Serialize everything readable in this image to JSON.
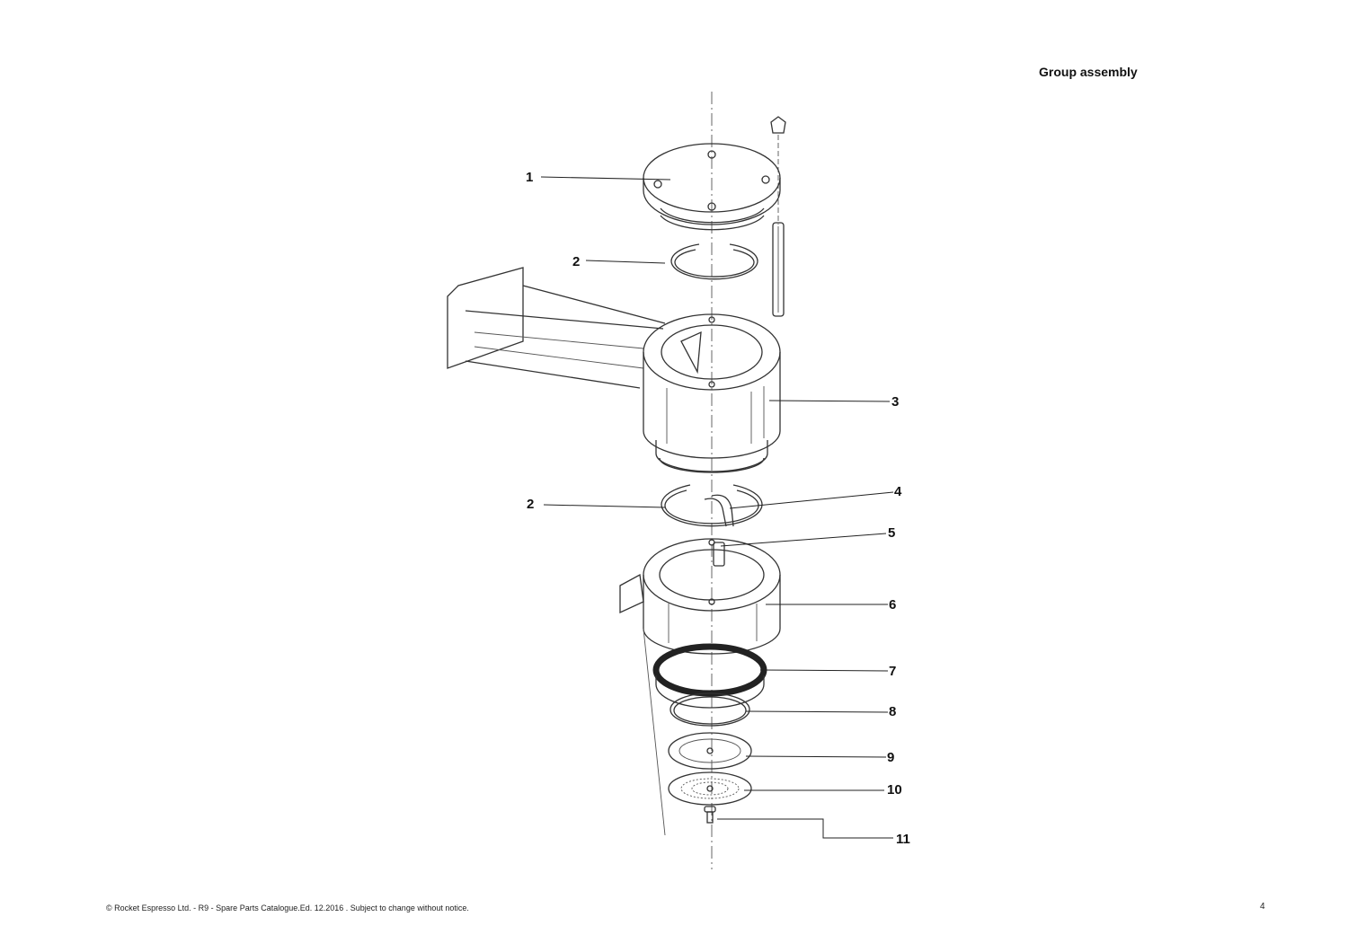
{
  "header": {
    "title": "Group assembly"
  },
  "footer": {
    "copyright": "© Rocket Espresso  Ltd. - R9 - Spare Parts Catalogue.Ed. 12.2016 . Subject to change without notice.",
    "page_number": "4"
  },
  "callouts": [
    "1",
    "2",
    "3",
    "2",
    "4",
    "5",
    "6",
    "7",
    "8",
    "9",
    "10",
    "11"
  ]
}
